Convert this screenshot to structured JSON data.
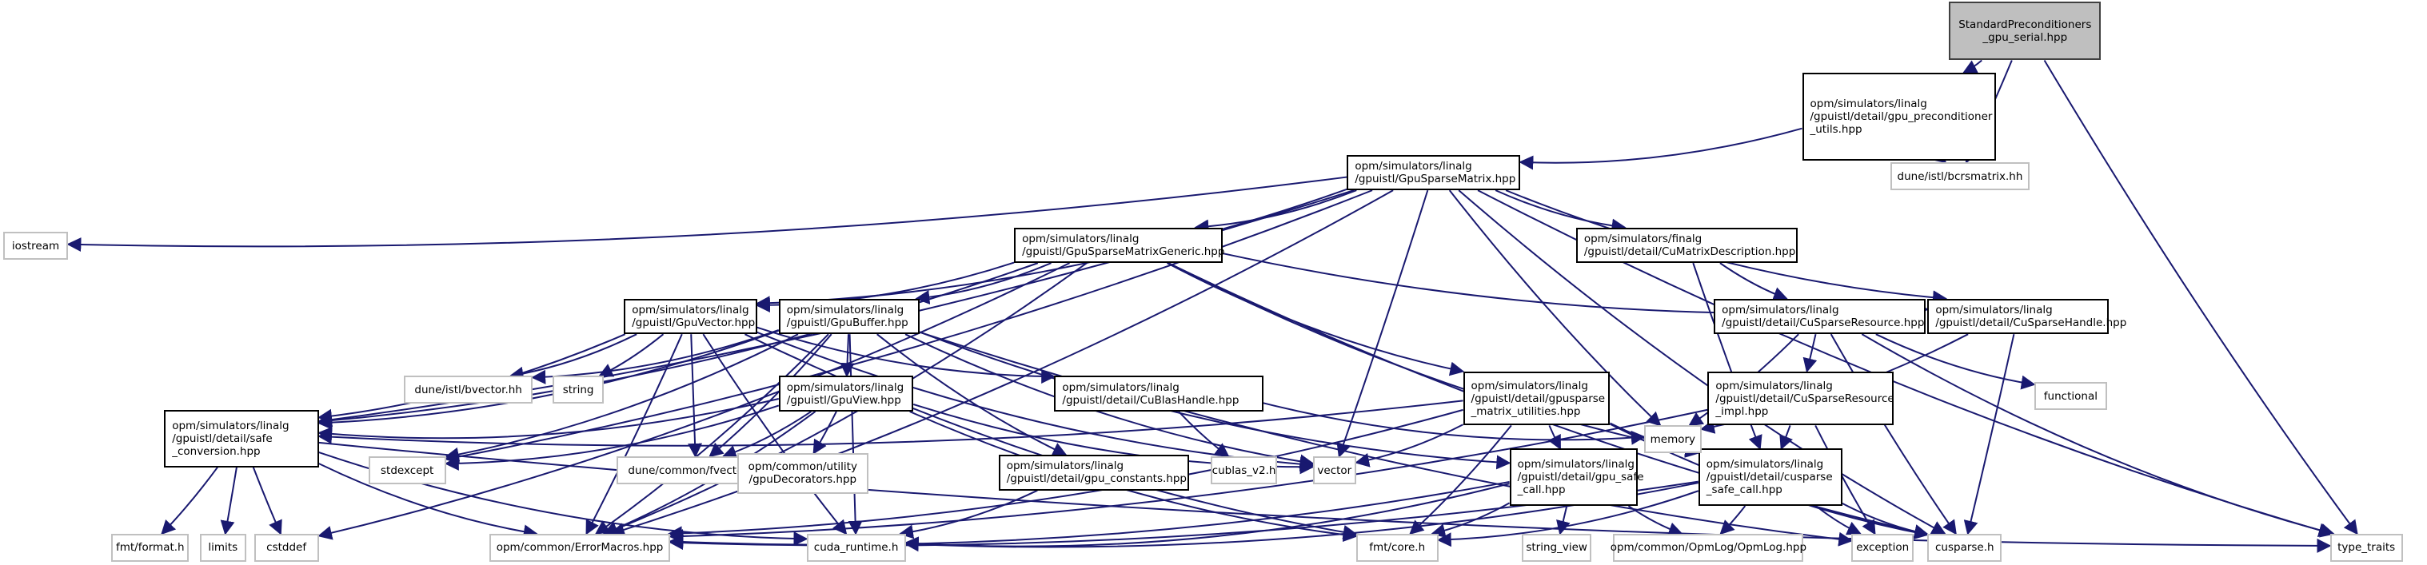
{
  "graph": {
    "type": "include-dependency-graph",
    "edge_color": "#191970",
    "root_fill": "#bfbfbf",
    "nodes": [
      {
        "id": "root",
        "label": "StandardPreconditioners\n_gpu_serial.hpp",
        "kind": "root"
      },
      {
        "id": "pcu",
        "label": "opm/simulators/linalg\n/gpuistl/detail/gpu_preconditioner\n_utils.hpp",
        "kind": "doc"
      },
      {
        "id": "bcrs",
        "label": "dune/istl/bcrsmatrix.hh",
        "kind": "ext"
      },
      {
        "id": "gsm",
        "label": "opm/simulators/linalg\n/gpuistl/GpuSparseMatrix.hpp",
        "kind": "doc"
      },
      {
        "id": "iostream",
        "label": "iostream",
        "kind": "ext"
      },
      {
        "id": "gsmg",
        "label": "opm/simulators/linalg\n/gpuistl/GpuSparseMatrixGeneric.hpp",
        "kind": "doc"
      },
      {
        "id": "cmd",
        "label": "opm/simulators/finalg\n/gpuistl/detail/CuMatrixDescription.hpp",
        "kind": "doc"
      },
      {
        "id": "gv",
        "label": "opm/simulators/linalg\n/gpuistl/GpuVector.hpp",
        "kind": "doc"
      },
      {
        "id": "gb",
        "label": "opm/simulators/linalg\n/gpuistl/GpuBuffer.hpp",
        "kind": "doc"
      },
      {
        "id": "csr",
        "label": "opm/simulators/linalg\n/gpuistl/detail/CuSparseResource.hpp",
        "kind": "doc"
      },
      {
        "id": "csh",
        "label": "opm/simulators/linalg\n/gpuistl/detail/CuSparseHandle.hpp",
        "kind": "doc"
      },
      {
        "id": "bvec",
        "label": "dune/istl/bvector.hh",
        "kind": "ext"
      },
      {
        "id": "string",
        "label": "string",
        "kind": "ext"
      },
      {
        "id": "cbh",
        "label": "opm/simulators/linalg\n/gpuistl/detail/CuBlasHandle.hpp",
        "kind": "doc"
      },
      {
        "id": "gsmu",
        "label": "opm/simulators/linalg\n/gpuistl/detail/gpusparse\n_matrix_utilities.hpp",
        "kind": "doc"
      },
      {
        "id": "csri",
        "label": "opm/simulators/linalg\n/gpuistl/detail/CuSparseResource\n_impl.hpp",
        "kind": "doc"
      },
      {
        "id": "functional",
        "label": "functional",
        "kind": "ext"
      },
      {
        "id": "gview",
        "label": "opm/simulators/linalg\n/gpuistl/GpuView.hpp",
        "kind": "doc"
      },
      {
        "id": "sc",
        "label": "opm/simulators/linalg\n/gpuistl/detail/safe\n_conversion.hpp",
        "kind": "doc"
      },
      {
        "id": "stdexcept",
        "label": "stdexcept",
        "kind": "ext"
      },
      {
        "id": "fvec",
        "label": "dune/common/fvector.hh",
        "kind": "ext"
      },
      {
        "id": "gdec",
        "label": "opm/common/utility\n/gpuDecorators.hpp",
        "kind": "ext"
      },
      {
        "id": "cublas",
        "label": "cublas_v2.h",
        "kind": "ext"
      },
      {
        "id": "vector",
        "label": "vector",
        "kind": "ext"
      },
      {
        "id": "gpusafe",
        "label": "opm/simulators/linalg\n/gpuistl/detail/gpu_safe\n_call.hpp",
        "kind": "doc"
      },
      {
        "id": "cssc",
        "label": "opm/simulators/linalg\n/gpuistl/detail/cusparse\n_safe_call.hpp",
        "kind": "doc"
      },
      {
        "id": "memory",
        "label": "memory",
        "kind": "ext"
      },
      {
        "id": "gconst",
        "label": "opm/simulators/linalg\n/gpuistl/detail/gpu_constants.hpp",
        "kind": "doc"
      },
      {
        "id": "fmtformat",
        "label": "fmt/format.h",
        "kind": "ext"
      },
      {
        "id": "limits",
        "label": "limits",
        "kind": "ext"
      },
      {
        "id": "cstddef",
        "label": "cstddef",
        "kind": "ext"
      },
      {
        "id": "errmac",
        "label": "opm/common/ErrorMacros.hpp",
        "kind": "ext"
      },
      {
        "id": "cudart",
        "label": "cuda_runtime.h",
        "kind": "ext"
      },
      {
        "id": "fmtcore",
        "label": "fmt/core.h",
        "kind": "ext"
      },
      {
        "id": "strview",
        "label": "string_view",
        "kind": "ext"
      },
      {
        "id": "opmlog",
        "label": "opm/common/OpmLog/OpmLog.hpp",
        "kind": "ext"
      },
      {
        "id": "exception",
        "label": "exception",
        "kind": "ext"
      },
      {
        "id": "cusparse",
        "label": "cusparse.h",
        "kind": "ext"
      },
      {
        "id": "typetraits",
        "label": "type_traits",
        "kind": "ext"
      }
    ],
    "edges": [
      [
        "root",
        "pcu"
      ],
      [
        "root",
        "bcrs"
      ],
      [
        "root",
        "typetraits"
      ],
      [
        "pcu",
        "bcrs"
      ],
      [
        "pcu",
        "gsm"
      ],
      [
        "gsm",
        "iostream"
      ],
      [
        "gsm",
        "gsmg"
      ],
      [
        "gsm",
        "cmd"
      ],
      [
        "gsm",
        "gv"
      ],
      [
        "gsm",
        "csh"
      ],
      [
        "gsm",
        "sc"
      ],
      [
        "gsm",
        "stdexcept"
      ],
      [
        "gsm",
        "vector"
      ],
      [
        "gsm",
        "errmac"
      ],
      [
        "gsm",
        "cusparse"
      ],
      [
        "gsm",
        "typetraits"
      ],
      [
        "gsm",
        "memory"
      ],
      [
        "gsmg",
        "gv"
      ],
      [
        "gsmg",
        "gb"
      ],
      [
        "gsmg",
        "csh"
      ],
      [
        "gsmg",
        "gsmu"
      ],
      [
        "gsmg",
        "cssc"
      ],
      [
        "gsmg",
        "sc"
      ],
      [
        "gsmg",
        "errmac"
      ],
      [
        "gsmg",
        "cstddef"
      ],
      [
        "gsmg",
        "cusparse"
      ],
      [
        "cmd",
        "csr"
      ],
      [
        "cmd",
        "cssc"
      ],
      [
        "gv",
        "bvec"
      ],
      [
        "gv",
        "string"
      ],
      [
        "gv",
        "sc"
      ],
      [
        "gv",
        "fvec"
      ],
      [
        "gv",
        "vector"
      ],
      [
        "gv",
        "errmac"
      ],
      [
        "gv",
        "cudart"
      ],
      [
        "gv",
        "cbh"
      ],
      [
        "gv",
        "fmtcore"
      ],
      [
        "gb",
        "bvec"
      ],
      [
        "gb",
        "gview"
      ],
      [
        "gb",
        "sc"
      ],
      [
        "gb",
        "fvec"
      ],
      [
        "gb",
        "vector"
      ],
      [
        "gb",
        "errmac"
      ],
      [
        "gb",
        "gpusafe"
      ],
      [
        "gb",
        "cudart"
      ],
      [
        "gb",
        "gconst"
      ],
      [
        "gb",
        "exception"
      ],
      [
        "gb",
        "stdexcept"
      ],
      [
        "csr",
        "csri"
      ],
      [
        "csr",
        "functional"
      ],
      [
        "csr",
        "memory"
      ],
      [
        "csr",
        "typetraits"
      ],
      [
        "csr",
        "cusparse"
      ],
      [
        "csh",
        "memory"
      ],
      [
        "csh",
        "cusparse"
      ],
      [
        "cbh",
        "cublas"
      ],
      [
        "cbh",
        "memory"
      ],
      [
        "gsmu",
        "vector"
      ],
      [
        "gsmu",
        "sc"
      ],
      [
        "gsmu",
        "cssc"
      ],
      [
        "gsmu",
        "gpusafe"
      ],
      [
        "gsmu",
        "fmtcore"
      ],
      [
        "gsmu",
        "errmac"
      ],
      [
        "gsmu",
        "cusparse"
      ],
      [
        "csri",
        "cssc"
      ],
      [
        "csri",
        "exception"
      ],
      [
        "csri",
        "errmac"
      ],
      [
        "gview",
        "sc"
      ],
      [
        "gview",
        "gdec"
      ],
      [
        "gview",
        "fvec"
      ],
      [
        "gview",
        "stdexcept"
      ],
      [
        "gview",
        "vector"
      ],
      [
        "gview",
        "errmac"
      ],
      [
        "gview",
        "fmtcore"
      ],
      [
        "sc",
        "fmtformat"
      ],
      [
        "sc",
        "limits"
      ],
      [
        "sc",
        "cstddef"
      ],
      [
        "sc",
        "errmac"
      ],
      [
        "sc",
        "cudart"
      ],
      [
        "sc",
        "typetraits"
      ],
      [
        "gconst",
        "cudart"
      ],
      [
        "gpusafe",
        "fmtcore"
      ],
      [
        "gpusafe",
        "strview"
      ],
      [
        "gpusafe",
        "opmlog"
      ],
      [
        "gpusafe",
        "errmac"
      ],
      [
        "gpusafe",
        "cudart"
      ],
      [
        "cssc",
        "fmtcore"
      ],
      [
        "cssc",
        "opmlog"
      ],
      [
        "cssc",
        "exception"
      ],
      [
        "cssc",
        "cusparse"
      ],
      [
        "cssc",
        "errmac"
      ],
      [
        "cssc",
        "cudart"
      ]
    ]
  }
}
